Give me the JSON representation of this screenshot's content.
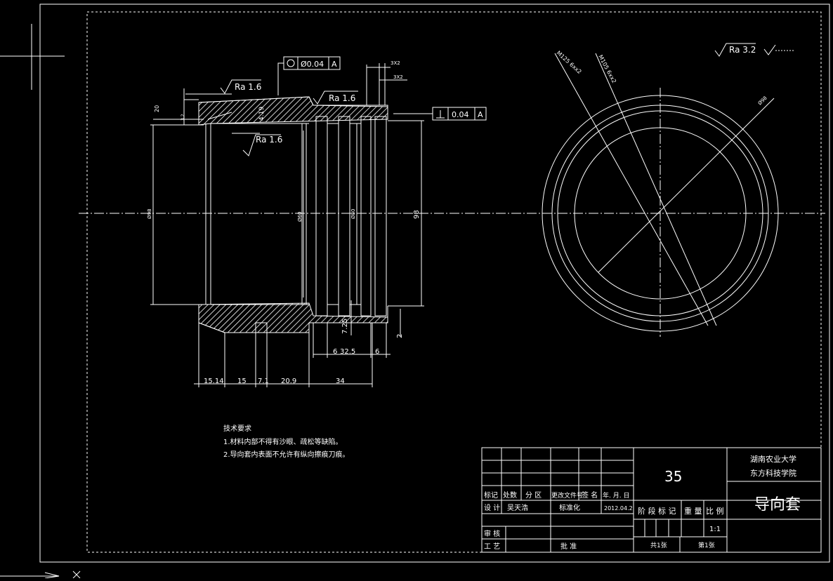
{
  "colors": {
    "background": "#000000",
    "lines": "#ffffff"
  },
  "annotations": {
    "roughness_outer_top": "Ra 1.6",
    "roughness_outer_mid": "Ra 1.6",
    "roughness_inner": "Ra 1.6",
    "roughness_general": "Ra 3.2",
    "roundness_value": "Ø0.04",
    "roundness_datum": "A",
    "perp_value": "0.04",
    "perp_datum": "A",
    "chamfer_top_1": "3X2",
    "chamfer_top_2": "3X2",
    "bore_callout_1": "M105 6xx2",
    "bore_callout_2": "M125 6xx2",
    "circle_callout": "Ø98"
  },
  "dimensions": {
    "d_bottom_1": "15.14",
    "d_bottom_2": "15",
    "d_bottom_3": "7.1",
    "d_bottom_4": "20.9",
    "d_bottom_5": "34",
    "d_right_1": "6",
    "d_right_2": "32.5",
    "d_right_3": "6",
    "d_vertical_1": "7.25",
    "d_right_height": "98",
    "d_left_height": "Ø98",
    "d_bore": "Ø60",
    "d_groove": "Ø80",
    "d_step_small": "2",
    "d_top_small": "20",
    "d_wall_1": "4.19",
    "d_wall_2": "3.2"
  },
  "notes": {
    "title": "技术要求",
    "line1": "1.材料内部不得有沙眼、疏松等缺陷。",
    "line2": "2.导向套内表面不允许有纵向擦痕刀痕。"
  },
  "titleblock": {
    "material": "35",
    "school_line1": "湖南农业大学",
    "school_line2": "东方科技学院",
    "part_name": "导向套",
    "h_mark": "标记",
    "h_count": "处数",
    "h_zone": "分 区",
    "h_docno": "更改文件号",
    "h_sign": "签 名",
    "h_date": "年. 月. 日",
    "designer_label": "设 计",
    "designer_name": "吴天浩",
    "std_label": "标准化",
    "design_date": "2012.04.2",
    "stage_label": "阶 段 标 记",
    "weight_label": "重 量",
    "scale_label": "比 例",
    "scale_value": "1:1",
    "review_label": "审 核",
    "process_label": "工 艺",
    "approve_label": "批 准",
    "sheets_total": "共1张",
    "sheet_no": "第1张"
  }
}
